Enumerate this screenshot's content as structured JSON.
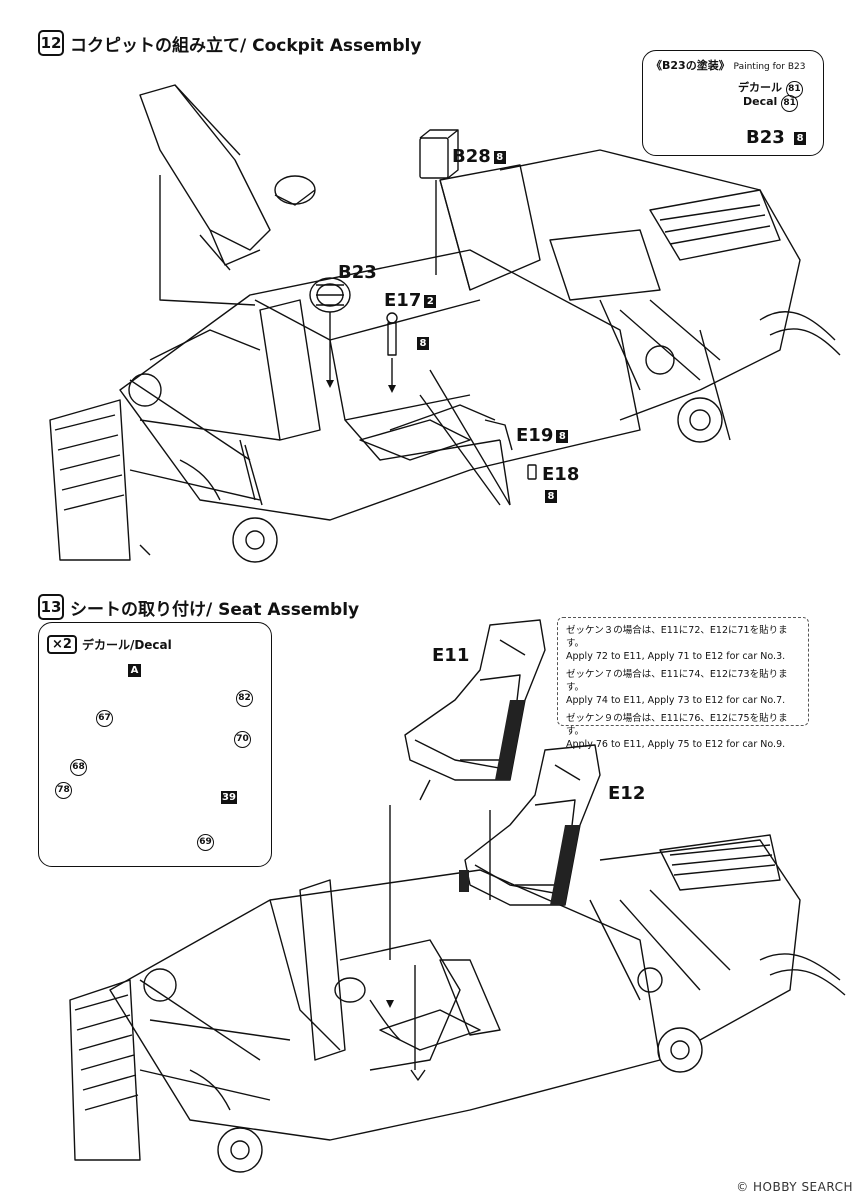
{
  "steps": [
    {
      "number": "12",
      "title": "コクピットの組み立て/ Cockpit Assembly"
    },
    {
      "number": "13",
      "title": "シートの取り付け/ Seat Assembly"
    }
  ],
  "painting_callout": {
    "title": "《B23の塗装》",
    "title_en": "Painting for B23",
    "decal_jp": "デカール",
    "decal_en": "Decal",
    "decal_num": "81",
    "part": "B23",
    "part_badge": "8"
  },
  "parts_step12": {
    "b28": {
      "label": "B28",
      "badge": "8"
    },
    "b23": {
      "label": "B23"
    },
    "e17": {
      "label": "E17",
      "badge": "2",
      "sub_badge": "8"
    },
    "e19": {
      "label": "E19",
      "badge": "8"
    },
    "e18": {
      "label": "E18",
      "badge": "8"
    }
  },
  "decal_callout": {
    "multiplier": "×2",
    "title": "デカール/Decal",
    "labels": {
      "a": "A",
      "d82": "82",
      "d67": "67",
      "d70": "70",
      "d68": "68",
      "d78": "78",
      "d39": "39",
      "d69": "69"
    }
  },
  "parts_step13": {
    "e11": "E11",
    "e12": "E12"
  },
  "notes": [
    {
      "jp": "ゼッケン３の場合は、E11に72、E12に71を貼ります。",
      "en": "Apply 72 to E11, Apply 71 to E12 for car No.3."
    },
    {
      "jp": "ゼッケン７の場合は、E11に74、E12に73を貼ります。",
      "en": "Apply 74 to E11, Apply 73 to E12 for car No.7."
    },
    {
      "jp": "ゼッケン９の場合は、E11に76、E12に75を貼ります。",
      "en": "Apply 76 to E11, Apply 75 to E12 for car No.9."
    }
  ],
  "watermark": "© HOBBY SEARCH"
}
